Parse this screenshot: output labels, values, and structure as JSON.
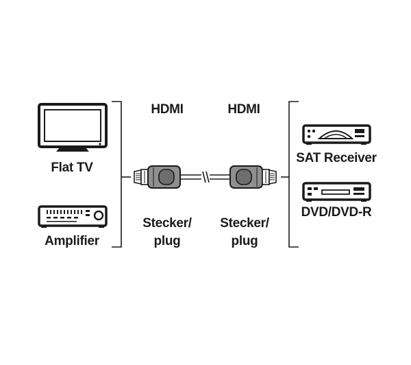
{
  "diagram": {
    "left_devices": {
      "tv_label": "Flat TV",
      "amp_label": "Amplifier"
    },
    "connector_left": {
      "type_label": "HDMI",
      "gender_line1": "Stecker/",
      "gender_line2": "plug"
    },
    "connector_right": {
      "type_label": "HDMI",
      "gender_line1": "Stecker/",
      "gender_line2": "plug"
    },
    "right_devices": {
      "sat_label": "SAT Receiver",
      "dvd_label": "DVD/DVD-R"
    },
    "colors": {
      "ink": "#1a1a1a",
      "connector_fill": "#8f8f8f",
      "connector_shade": "#6e6e6e"
    }
  }
}
